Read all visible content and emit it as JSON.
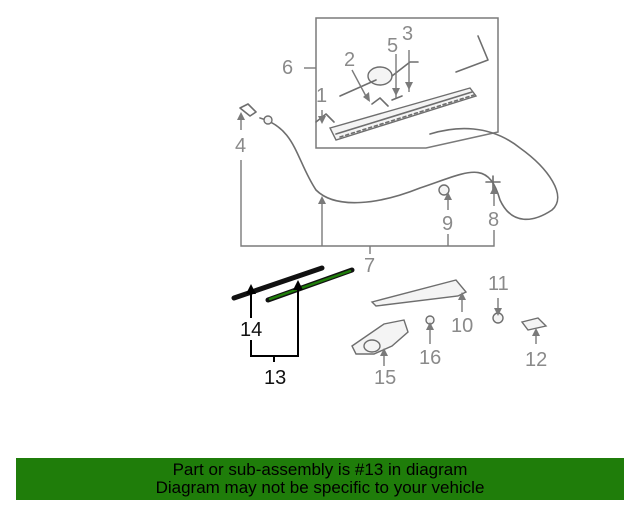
{
  "callouts": [
    "1",
    "2",
    "3",
    "4",
    "5",
    "6",
    "7",
    "8",
    "9",
    "10",
    "11",
    "12",
    "13",
    "14",
    "15",
    "16"
  ],
  "selected_part": "13",
  "colors": {
    "banner_bg": "#1f7d0a",
    "selected_part": "#1f7d0a",
    "callout_gray": "#8a8a8a"
  },
  "banner": {
    "line1": "Part or sub-assembly is #13 in diagram",
    "line2": "Diagram may not be specific to your vehicle"
  }
}
